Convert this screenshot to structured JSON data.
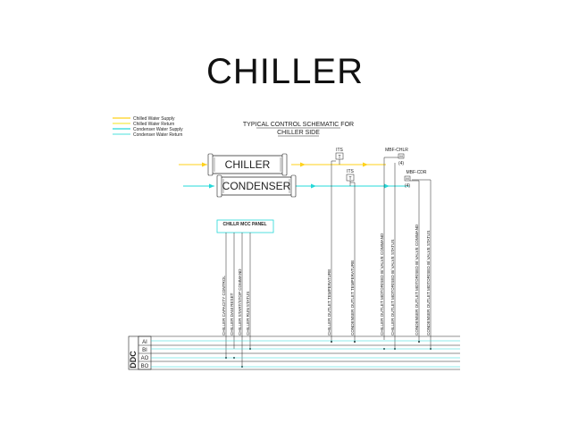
{
  "slide": {
    "title": "CHILLER"
  },
  "diagram": {
    "heading_line1": "TYPICAL CONTROL SCHEMATIC FOR",
    "heading_line2": "CHILLER SIDE",
    "legend": [
      {
        "label": "Chilled Water Supply",
        "color": "#ffd21a"
      },
      {
        "label": "Chilled Water Return",
        "color": "#f3e94a"
      },
      {
        "label": "Condenser Water Supply",
        "color": "#25d8d8"
      },
      {
        "label": "Condenser Water Return",
        "color": "#6fe7e4"
      }
    ],
    "vessels": {
      "chiller": "CHILLER",
      "condenser": "CONDENSER"
    },
    "instruments": {
      "its_top": "ITS",
      "its_top_box": "T",
      "its_bottom": "ITS",
      "its_bottom_box": "T",
      "mbf_chlr": "MBF-CHLR",
      "mbf_chlr_a": "M",
      "mbf_chlr_b": "(4)",
      "mbf_cdr": "MBF-CDR",
      "mbf_cdr_a": "M",
      "mbf_cdr_b": "(4)"
    },
    "mcc_panel": "CHILLR MCC PANEL",
    "signals": [
      "CHILLER CAPACITY CONTROL",
      "CHILLER DAM RESET",
      "CHILLER START/STOP COMMAND",
      "CHILLER RUN STATUS",
      "CHILLER OUTLET TEMPERATURE",
      "CONDENSER OUTLET TEMPERATURE",
      "CHILLER OUTLET MOTORISED B/ VALVE COMMAND",
      "CHILLER OUTLET MOTORISED B/ VALVE STATUS",
      "CONDENSER OUTLET MOTORISED B/ VALVE COMMAND",
      "CONDENSER OUTLET MOTORISED B/ VALVE STATUS"
    ],
    "ddc": {
      "label": "DDC",
      "rows": [
        "AI",
        "BI",
        "AO",
        "BO"
      ]
    }
  }
}
